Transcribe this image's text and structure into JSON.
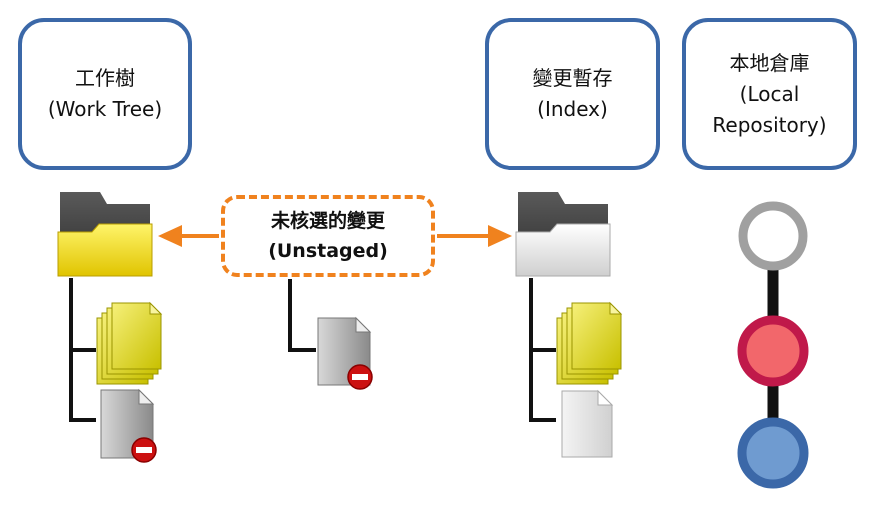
{
  "work_tree": {
    "title": "工作樹",
    "subtitle": "(Work Tree)"
  },
  "index": {
    "title": "變更暫存",
    "subtitle": "(Index)"
  },
  "local_repository": {
    "title": "本地倉庫",
    "line2": "(Local",
    "line3": "Repository)"
  },
  "unstaged": {
    "title": "未核選的變更",
    "subtitle": "(Unstaged)"
  },
  "colors": {
    "box_border": "#3b68a8",
    "callout_border": "#f0821e",
    "arrow": "#f0821e",
    "commit_top": "#a0a0a0",
    "commit_middle": "#f2676b",
    "commit_middle_border": "#c0194a",
    "commit_bottom": "#6f9bd0",
    "commit_bottom_border": "#3b68a8",
    "removed_badge": "#cc1111"
  },
  "icons": {
    "work_tree_folder": "folder-icon-yellow",
    "index_folder": "folder-icon-white",
    "modified_files": "file-stack-icon",
    "removed_file": "file-removed-icon",
    "new_file": "file-icon"
  }
}
